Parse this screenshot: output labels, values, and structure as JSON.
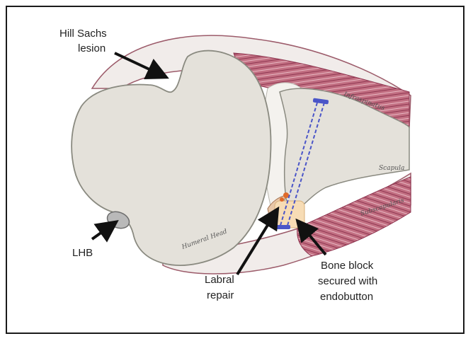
{
  "labels": {
    "hill_sachs_line1": "Hill Sachs",
    "hill_sachs_line2": "lesion",
    "lhb": "LHB",
    "labral_line1": "Labral",
    "labral_line2": "repair",
    "bone_block_line1": "Bone block",
    "bone_block_line2": "secured with",
    "bone_block_line3": "endobutton"
  },
  "handwritten": {
    "infraspinatus": "Infraspinatus",
    "scapula": "Scapula",
    "subscapularis": "Subscapularis",
    "humeral_head": "Humeral Head"
  },
  "colors": {
    "muscle": "#a8485f",
    "muscle_light": "#d9a9b3",
    "bone": "#e4e1da",
    "bone_outline": "#8a8a80",
    "screw": "#4a55c8",
    "graft": "#f7dcb5",
    "suture": "#e06a2a",
    "lhb": "#b9b9b9"
  }
}
